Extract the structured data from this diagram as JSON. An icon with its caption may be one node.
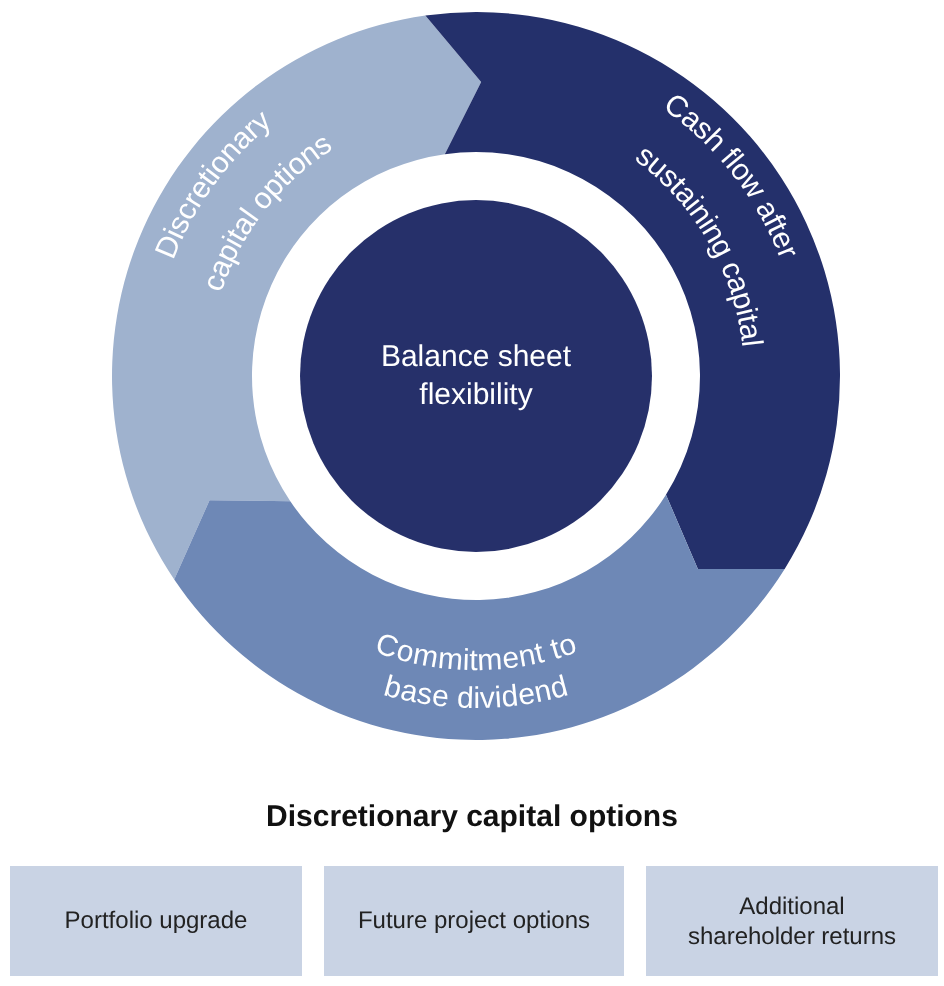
{
  "diagram": {
    "nodes": [
      {
        "text": [
          "Balance sheet flexibility"
        ]
      },
      {
        "text": [
          "Discretionary capital options"
        ]
      },
      {
        "text": [
          "Cash flow after sustaining capital"
        ]
      },
      {
        "text": [
          "Commitment to base dividend"
        ]
      },
      {
        "text": [
          "Portfolio upgrade"
        ]
      },
      {
        "text": [
          "Future project options"
        ]
      },
      {
        "text": [
          "Additional shareholder returns"
        ]
      }
    ],
    "labels": [
      "Discretionary capital options"
    ]
  }
}
